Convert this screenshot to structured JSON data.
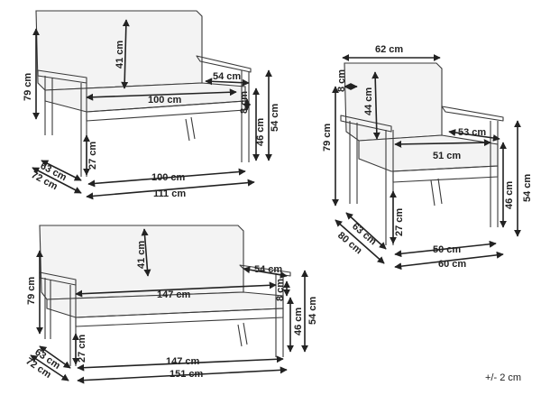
{
  "sofa2": {
    "back_height": "41 cm",
    "total_height": "79 cm",
    "arm_width": "54 cm",
    "seat_width": "100 cm",
    "seat_thickness": "8 cm",
    "seat_height": "46 cm",
    "arm_height": "54 cm",
    "leg_height": "27 cm",
    "depth": "63 cm",
    "total_depth": "72 cm",
    "inner_width": "100 cm",
    "total_width": "111 cm"
  },
  "armchair": {
    "total_width": "62 cm",
    "arm_thickness": "8 cm",
    "back_height": "44 cm",
    "total_height": "79 cm",
    "arm_depth": "53 cm",
    "seat_width": "51 cm",
    "seat_height": "46 cm",
    "arm_height": "54 cm",
    "leg_height": "27 cm",
    "depth": "63 cm",
    "total_depth": "80 cm",
    "inner_width": "50 cm",
    "outer_width": "60 cm"
  },
  "sofa3": {
    "back_height": "41 cm",
    "total_height": "79 cm",
    "arm_width": "54 cm",
    "seat_width": "147 cm",
    "seat_thickness": "8 cm",
    "seat_height": "46 cm",
    "arm_height": "54 cm",
    "leg_height": "27 cm",
    "depth": "63 cm",
    "total_depth": "72 cm",
    "inner_width": "147 cm",
    "total_width": "151 cm"
  },
  "tolerance": "+/- 2 cm"
}
